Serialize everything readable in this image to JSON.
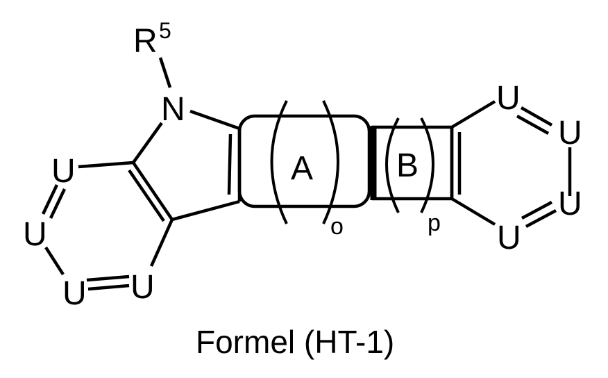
{
  "figure": {
    "caption": "Formel (HT-1)",
    "substituent": {
      "label": "R",
      "superscript": "5"
    },
    "heteroatom": "N",
    "ring_labels": {
      "ring_a": "A",
      "ring_b": "B"
    },
    "repeat_subscripts": {
      "ring_a": "o",
      "ring_b": "p"
    },
    "left_ring_atoms": [
      "U",
      "U",
      "U",
      "U"
    ],
    "right_ring_atoms": [
      "U",
      "U",
      "U",
      "U"
    ],
    "colors": {
      "foreground": "#000000",
      "background": "#ffffff"
    }
  }
}
